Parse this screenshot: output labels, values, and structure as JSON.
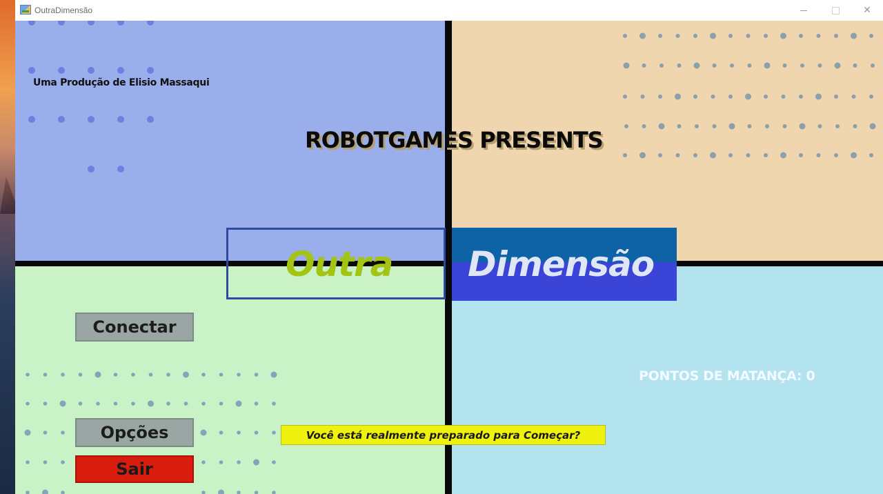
{
  "window": {
    "title": "OutraDimensão",
    "icon": "app-icon",
    "controls": {
      "minimize": "minimize-icon",
      "maximize": "maximize-icon",
      "close": "close-icon",
      "close_glyph": "✕"
    }
  },
  "game": {
    "credit": "Uma Produção de Elisio Massaqui",
    "presents": "RobotGames presents",
    "title_left": "Outra",
    "title_right": "Dimensão",
    "menu": {
      "connect": "Conectar",
      "options": "Opções",
      "exit": "Sair"
    },
    "score_text": "Pontos de Matança: 0",
    "prompt": "Você está realmente preparado para Começar?"
  },
  "colors": {
    "quadrant_top_left": "#99aeea",
    "quadrant_top_right": "#f0d6ae",
    "quadrant_bottom_left": "#c9f3c6",
    "quadrant_bottom_right": "#b3e3ef",
    "title_left_color": "#a3c413",
    "title_right_box": "#3a44d6",
    "exit_button": "#d81c0e",
    "prompt_bg": "#eef20e"
  }
}
